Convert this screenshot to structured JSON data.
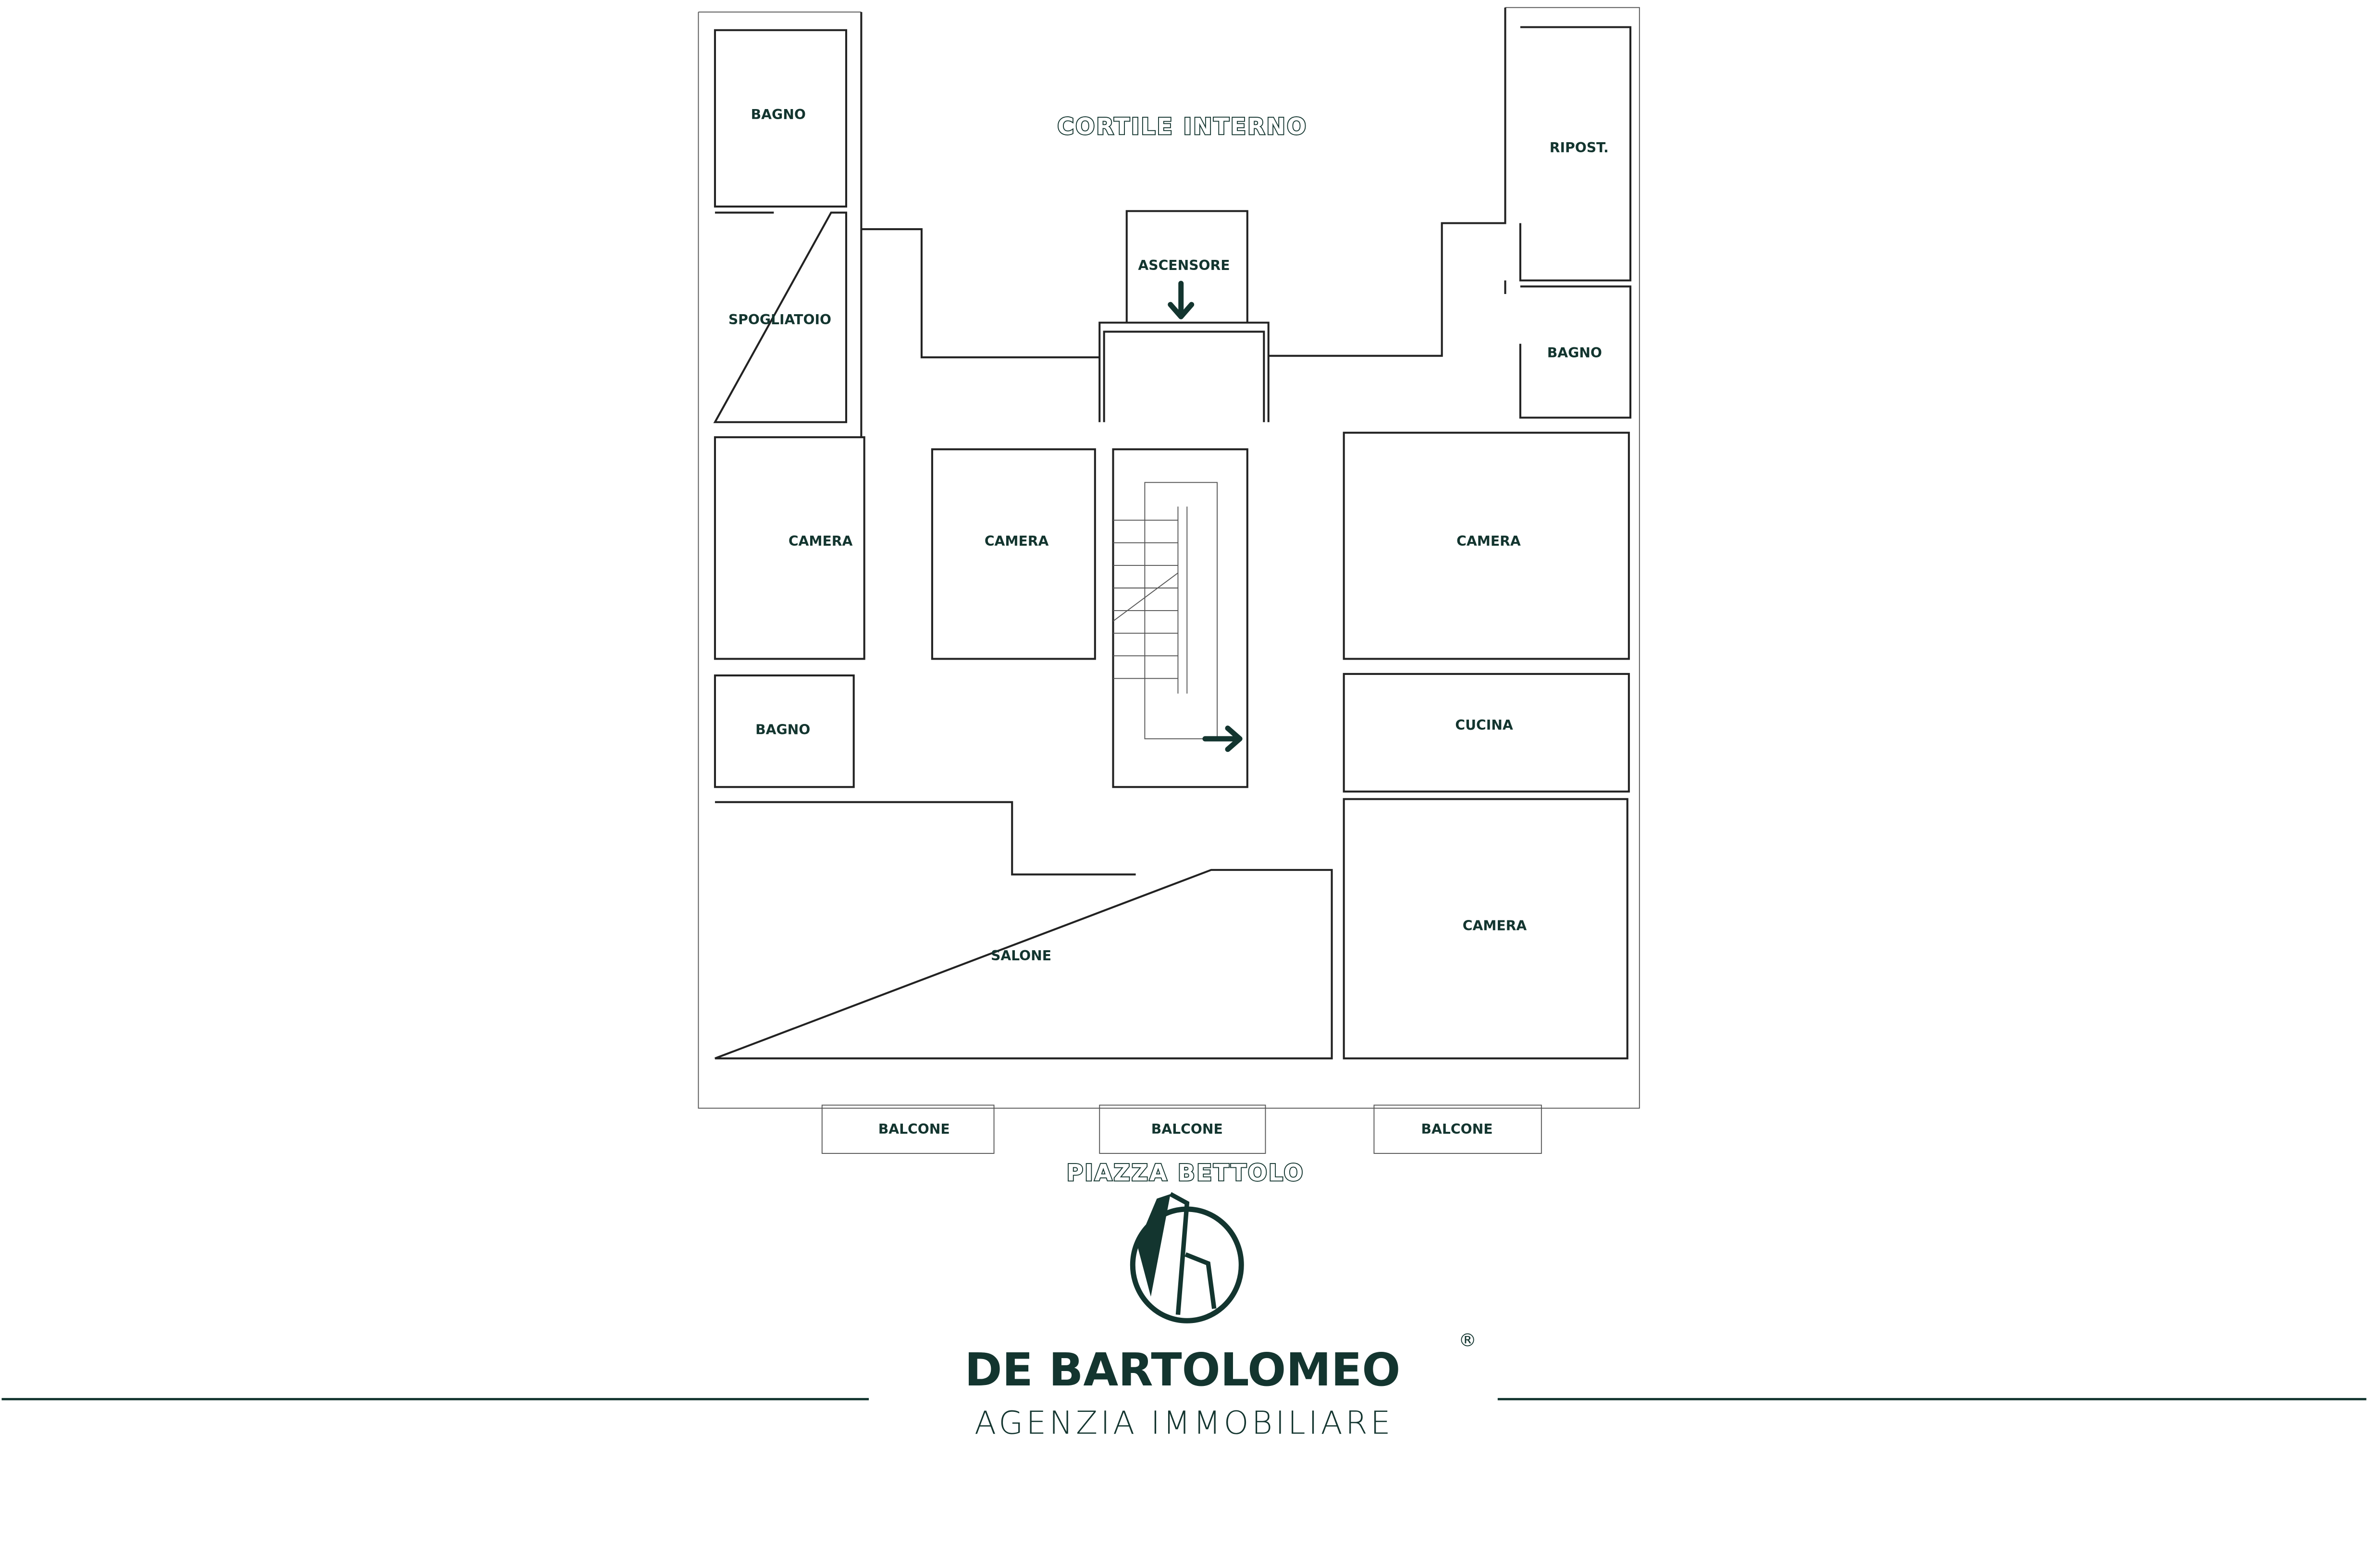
{
  "plan": {
    "courtyard_label": "CORTILE INTERNO",
    "street_label": "PIAZZA BETTOLO",
    "rooms": {
      "bagno_top_left": "BAGNO",
      "spogliatoio": "SPOGLIATOIO",
      "ascensore": "ASCENSORE",
      "ripostiglio": "RIPOST.",
      "bagno_right": "BAGNO",
      "camera_left": "CAMERA",
      "camera_center": "CAMERA",
      "camera_right": "CAMERA",
      "bagno_left": "BAGNO",
      "cucina": "CUCINA",
      "salone": "SALONE",
      "camera_bottom_right": "CAMERA",
      "balcone_1": "BALCONE",
      "balcone_2": "BALCONE",
      "balcone_3": "BALCONE"
    }
  },
  "brand": {
    "name": "DE BARTOLOMEO",
    "registered": "®",
    "tagline": "AGENZIA IMMOBILIARE",
    "color": "#13352f"
  }
}
